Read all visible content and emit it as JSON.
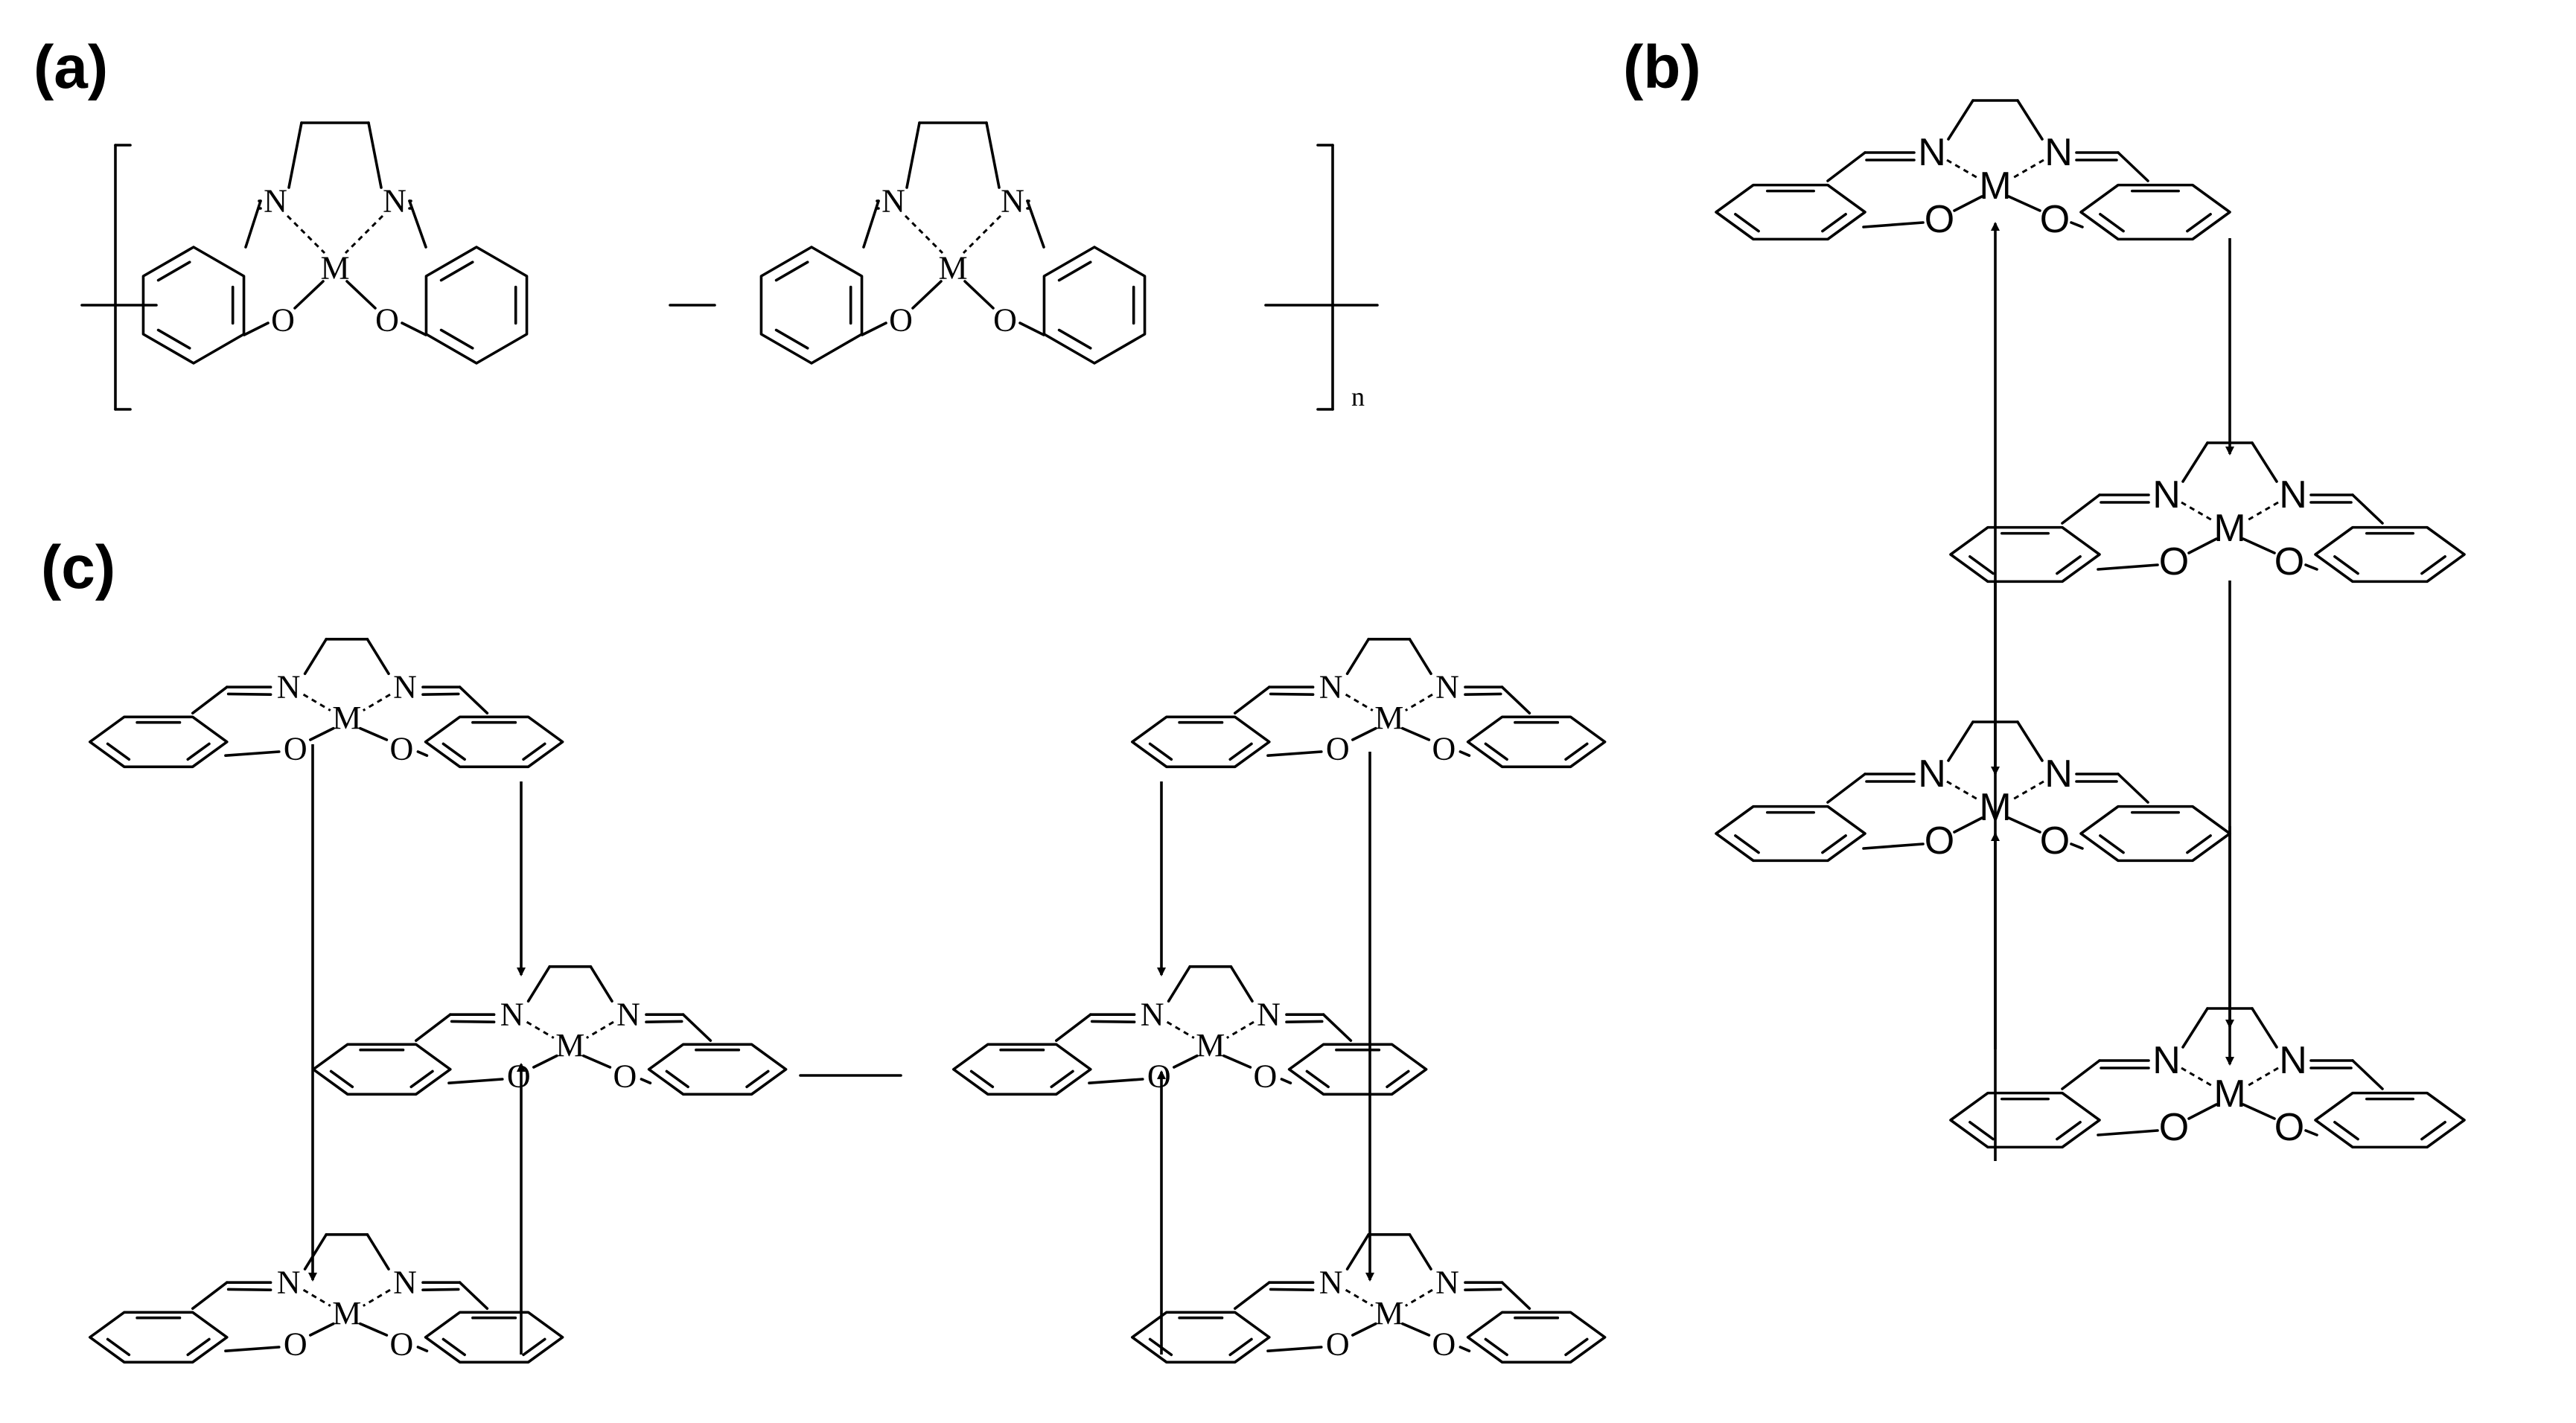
{
  "panels": {
    "a": {
      "label": "(a)",
      "repeat_subscript": "n"
    },
    "b": {
      "label": "(b)"
    },
    "c": {
      "label": "(c)"
    }
  },
  "atoms": {
    "metal": "M",
    "nitrogen": "N",
    "oxygen": "O"
  }
}
